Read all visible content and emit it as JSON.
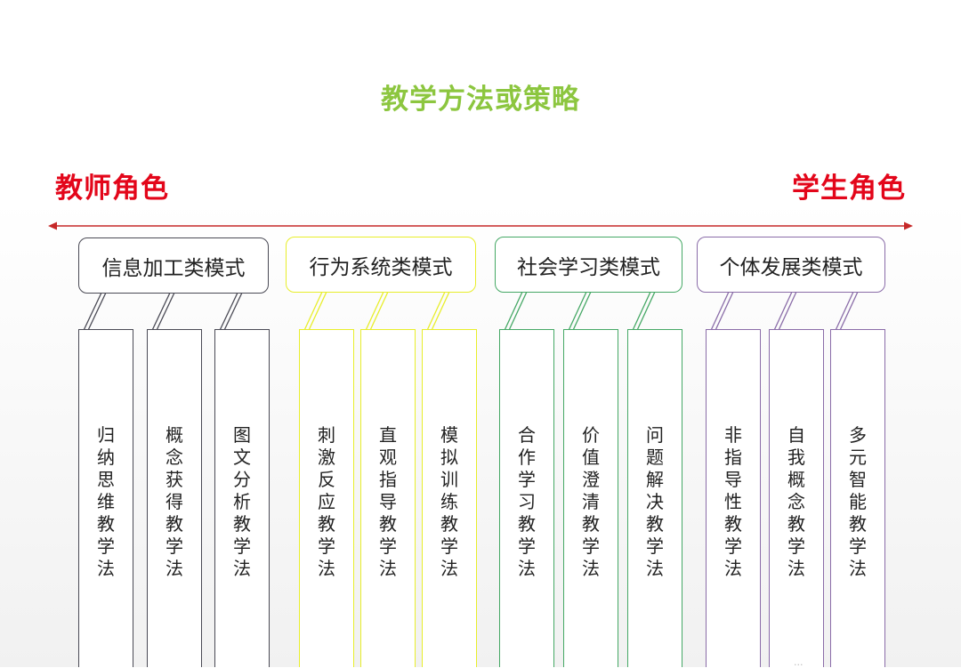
{
  "title": "教学方法或策略",
  "role_left": "教师角色",
  "role_right": "学生角色",
  "colors": {
    "title": "#8cc63f",
    "role": "#e3061a",
    "axis": "#c62828",
    "group1": "#4a4a55",
    "group2": "#e8ee2a",
    "group3": "#45a865",
    "group4": "#8a6ca8"
  },
  "groups": [
    {
      "name": "信息加工类模式",
      "methods": [
        "归纳思维教学法",
        "概念获得教学法",
        "图文分析教学法"
      ]
    },
    {
      "name": "行为系统类模式",
      "methods": [
        "刺激反应教学法",
        "直观指导教学法",
        "模拟训练教学法"
      ]
    },
    {
      "name": "社会学习类模式",
      "methods": [
        "合作学习教学法",
        "价值澄清教学法",
        "问题解决教学法"
      ]
    },
    {
      "name": "个体发展类模式",
      "methods": [
        "非指导性教学法",
        "自我概念教学法",
        "多元智能教学法"
      ]
    }
  ]
}
